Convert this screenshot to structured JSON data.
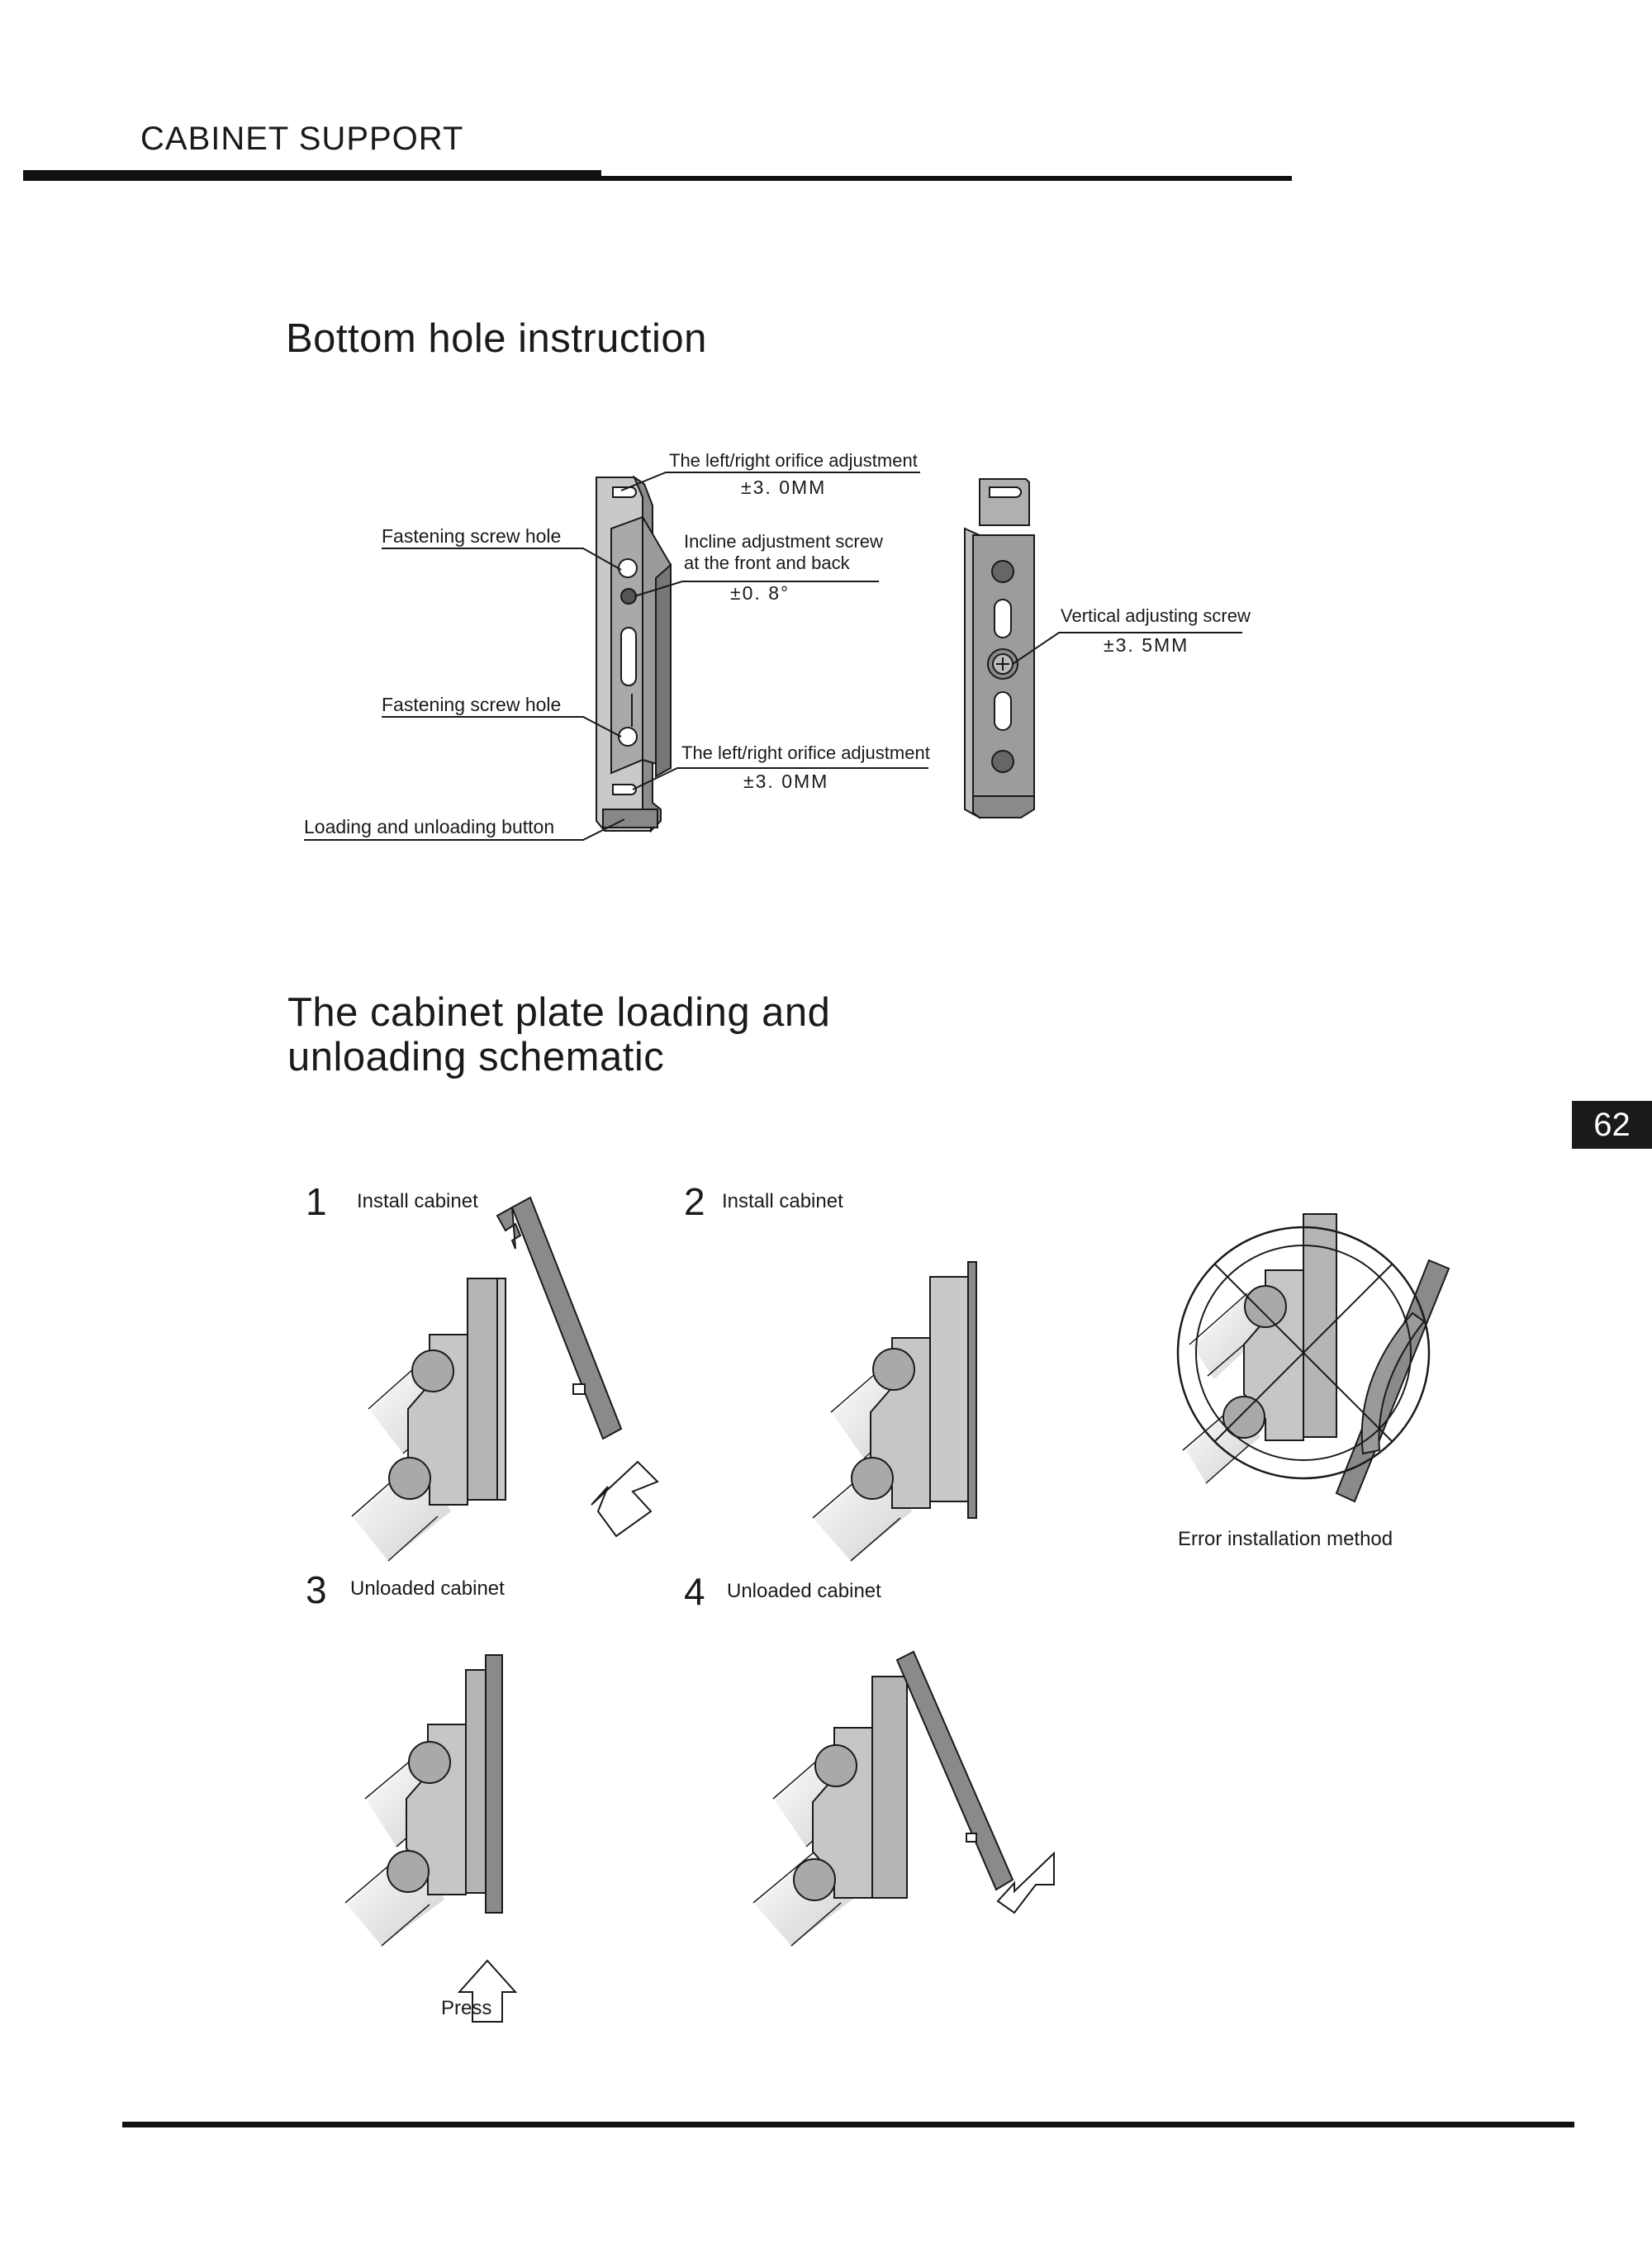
{
  "header": {
    "title": "CABINET SUPPORT"
  },
  "section1": {
    "title": "Bottom hole instruction",
    "labels": {
      "orifice_top": "The left/right orifice adjustment",
      "orifice_top_value": "±3. 0MM",
      "fastening_1": "Fastening screw hole",
      "incline_line1": "Incline adjustment screw",
      "incline_line2": "at the front and back",
      "incline_value": "±0. 8°",
      "vertical": "Vertical adjusting screw",
      "vertical_value": "±3. 5MM",
      "fastening_2": "Fastening screw hole",
      "orifice_bottom": "The left/right orifice adjustment",
      "orifice_bottom_value": "±3. 0MM",
      "loading_button": "Loading and unloading button"
    }
  },
  "section2": {
    "title": "The cabinet plate loading and\n unloading schematic",
    "steps": [
      {
        "num": "1",
        "label": "Install cabinet"
      },
      {
        "num": "2",
        "label": "Install cabinet"
      },
      {
        "num": "3",
        "label": "Unloaded cabinet"
      },
      {
        "num": "4",
        "label": "Unloaded cabinet"
      }
    ],
    "error_label": "Error installation method",
    "press_label": "Press"
  },
  "page_number": "62",
  "colors": {
    "ink": "#1a1a1a",
    "metal_light": "#c8c8c8",
    "metal_mid": "#9a9a9a",
    "metal_dark": "#777777"
  }
}
